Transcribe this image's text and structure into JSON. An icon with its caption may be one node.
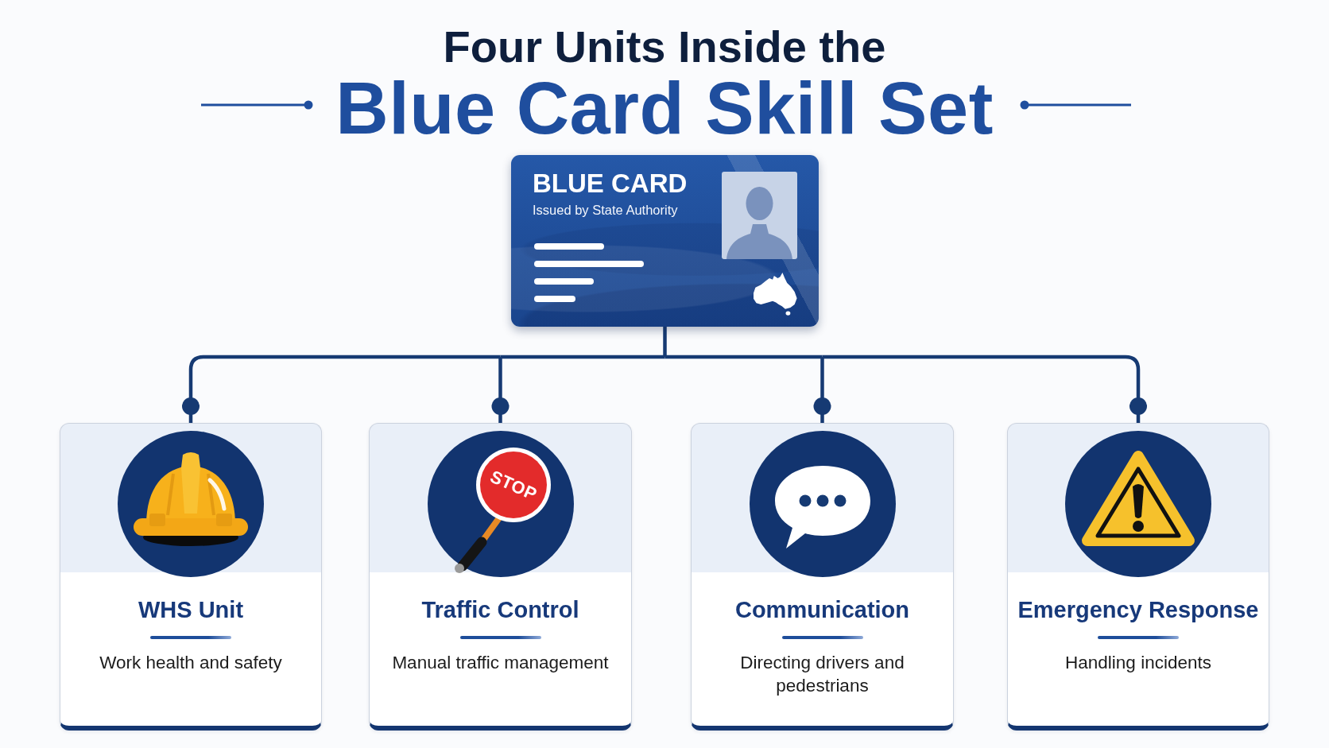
{
  "diagram": {
    "title": "Four Units Inside the Blue Card Skill Set",
    "nodes": [
      {
        "text": [
          "BLUE CARD",
          "Issued by State Authority"
        ]
      },
      {
        "text": [
          "WHS Unit",
          "Work health and safety"
        ]
      },
      {
        "text": [
          "Traffic Control",
          "Manual traffic management"
        ]
      },
      {
        "text": [
          "Communication",
          "Directing drivers and pedestrians"
        ]
      },
      {
        "text": [
          "Emergency Response",
          "Handling incidents"
        ]
      }
    ],
    "edges": [
      {
        "from": 0,
        "to": 1,
        "arrow": "other"
      },
      {
        "from": 0,
        "to": 2,
        "arrow": "other"
      },
      {
        "from": 0,
        "to": 3,
        "arrow": "other"
      },
      {
        "from": 0,
        "to": 4,
        "arrow": "other"
      }
    ],
    "labels": [
      "STOP"
    ]
  }
}
